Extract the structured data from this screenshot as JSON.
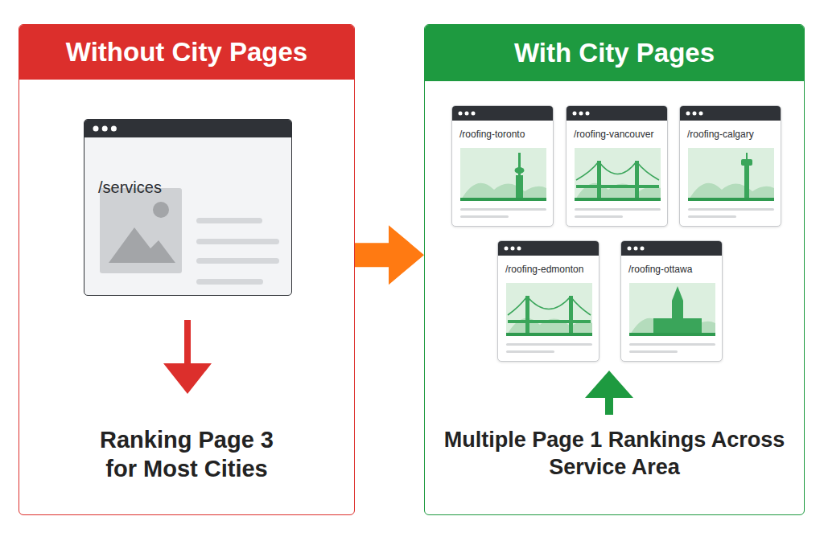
{
  "diagram": {
    "nodes": [
      {
        "text": [
          "Without City Pages",
          "Ranking Page 3 for Most Cities"
        ]
      },
      {
        "text": [
          "/services"
        ],
        "in": 0
      },
      {
        "text": [
          "With City Pages",
          "Multiple Page 1 Rankings Across Service Area"
        ]
      },
      {
        "text": [
          "/roofing-toronto"
        ],
        "in": 2
      },
      {
        "text": [
          "/roofing-vancouver"
        ],
        "in": 2
      },
      {
        "text": [
          "/roofing-calgary"
        ],
        "in": 2
      },
      {
        "text": [
          "/roofing-edmonton"
        ],
        "in": 2
      },
      {
        "text": [
          "/roofing-ottawa"
        ],
        "in": 2
      }
    ],
    "edges": [
      {
        "from": 0,
        "to": 2,
        "arrow": "to"
      }
    ]
  }
}
